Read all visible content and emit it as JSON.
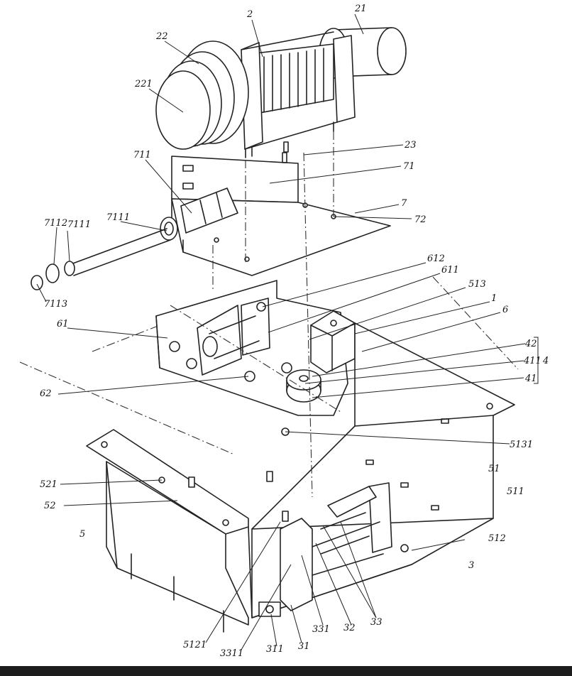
{
  "labels": {
    "l2": "2",
    "l21": "21",
    "l22": "22",
    "l221": "221",
    "l23": "23",
    "l711": "711",
    "l71": "71",
    "l7": "7",
    "l72": "72",
    "l7112": "7112",
    "l7111": "7111",
    "l7113": "7113",
    "l7111b": "7111",
    "l612": "612",
    "l611": "611",
    "l513": "513",
    "l1": "1",
    "l6": "6",
    "l61": "61",
    "l42": "42",
    "l411": "411",
    "l41": "41",
    "l4": "4",
    "l62": "62",
    "l5131": "5131",
    "l51": "51",
    "l521": "521",
    "l511": "511",
    "l52": "52",
    "l5": "5",
    "l512": "512",
    "l3": "3",
    "l5121": "5121",
    "l3311": "3311",
    "l311": "311",
    "l31": "31",
    "l331": "331",
    "l32": "32",
    "l33": "33"
  },
  "colors": {
    "ink": "#222222",
    "paper": "#ffffff"
  }
}
